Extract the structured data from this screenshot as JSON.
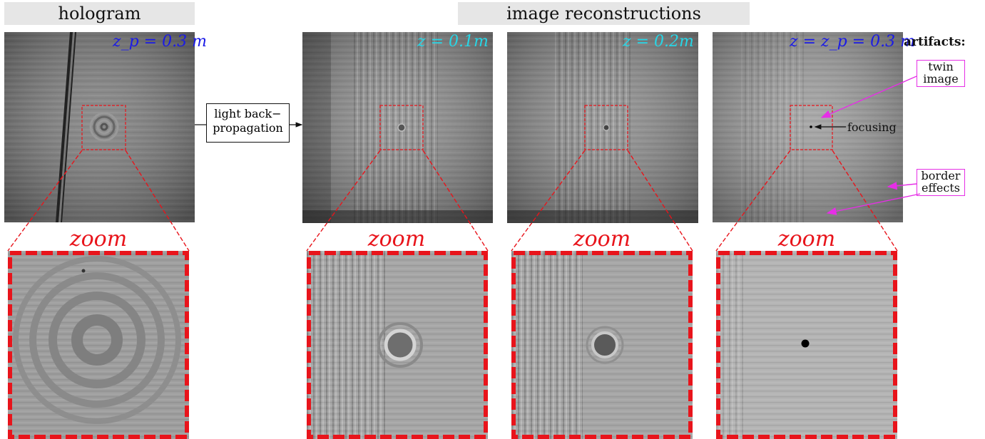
{
  "headers": {
    "left": "hologram",
    "right": "image reconstructions"
  },
  "panels": [
    {
      "id": "hologram",
      "label": "z_p = 0.3 m",
      "label_color": "#1a1ae6"
    },
    {
      "id": "recon1",
      "label": "z = 0.1m",
      "label_color": "#27d6e6"
    },
    {
      "id": "recon2",
      "label": "z = 0.2m",
      "label_color": "#27d6e6"
    },
    {
      "id": "recon3",
      "label": "z = z_p = 0.3 m",
      "label_color": "#1a1ae6"
    }
  ],
  "zoom_label": "zoom",
  "process_box": {
    "line1": "light back−",
    "line2": "propagation"
  },
  "artifacts": {
    "title": "artifacts:",
    "twin_line1": "twin",
    "twin_line2": "image",
    "border_line1": "border",
    "border_line2": "effects",
    "focusing": "focusing"
  },
  "colors": {
    "zoom_red": "#e8141b",
    "magenta": "#e62ee6",
    "blue": "#1a1ae6",
    "cyan": "#27d6e6"
  }
}
